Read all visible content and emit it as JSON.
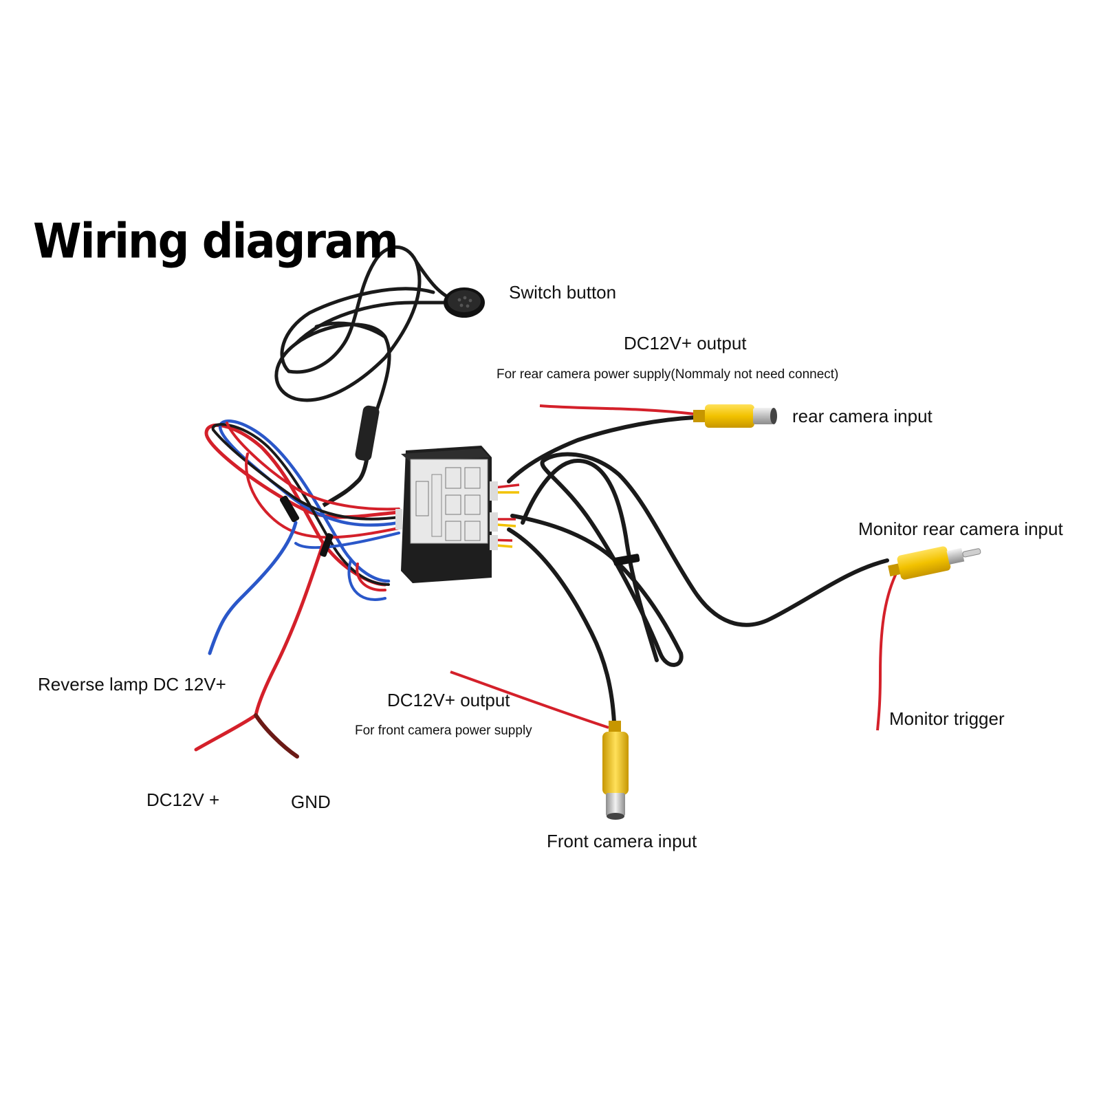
{
  "diagram": {
    "title": "Wiring diagram",
    "labels": {
      "switch_button": "Switch button",
      "dc_output_rear": "DC12V+ output",
      "dc_output_rear_note": "For rear camera power supply(Nommaly not need connect)",
      "rear_camera_input": "rear camera input",
      "monitor_rear_camera_input": "Monitor rear camera input",
      "monitor_trigger": "Monitor trigger",
      "reverse_lamp": "Reverse lamp DC 12V+",
      "dc_output_front": "DC12V+ output",
      "dc_output_front_note": "For front camera power supply",
      "dc12v_plus": "DC12V +",
      "gnd": "GND",
      "front_camera_input": "Front camera input"
    },
    "colors": {
      "cable_black": "#1a1a1a",
      "wire_red": "#d4202a",
      "wire_blue": "#2a57c9",
      "wire_dark_red": "#6b1a16",
      "rca_yellow": "#f2c200",
      "box_body": "#1e1e1e",
      "box_label": "#e8e8e8"
    },
    "icons": {
      "switch": "push-button-switch-icon",
      "box": "video-switcher-box-icon",
      "rca": "rca-connector-icon"
    }
  }
}
